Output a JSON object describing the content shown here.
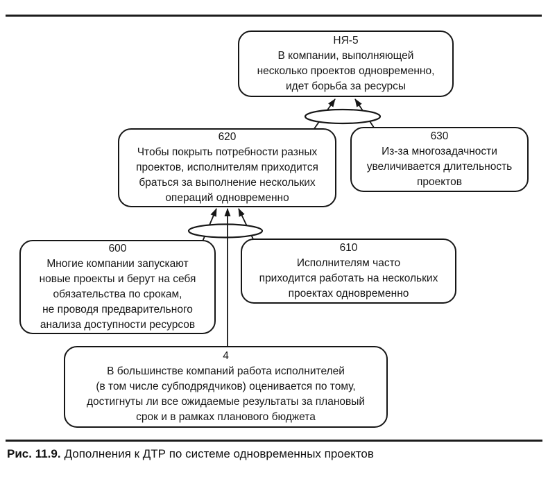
{
  "page": {
    "background": "#ffffff",
    "ink_color": "#161616",
    "caption_label": "Рис. 11.9.",
    "caption_text": "Дополнения к ДТР по системе одновременных проектов"
  },
  "diagram": {
    "type": "logic-tree (current reality tree)",
    "nodes": [
      {
        "id": "НЯ-5",
        "lines": [
          "В компании, выполняющей",
          "несколько проектов одновременно,",
          "идет борьба за ресурсы"
        ]
      },
      {
        "id": "620",
        "lines": [
          "Чтобы покрыть потребности разных",
          "проектов, исполнителям приходится",
          "браться за выполнение нескольких",
          "операций одновременно"
        ]
      },
      {
        "id": "630",
        "lines": [
          "Из-за многозадачности",
          "увеличивается длительность",
          "проектов"
        ]
      },
      {
        "id": "600",
        "lines": [
          "Многие компании запускают",
          "новые проекты и берут на себя",
          "обязательства по срокам,",
          "не проводя предварительного",
          "анализа доступности ресурсов"
        ]
      },
      {
        "id": "610",
        "lines": [
          "Исполнителям часто",
          "приходится работать на нескольких",
          "проектах одновременно"
        ]
      },
      {
        "id": "4",
        "lines": [
          "В большинстве компаний работа исполнителей",
          "(в том числе субподрядчиков) оценивается по тому,",
          "достигнуты ли все ожидаемые результаты за плановый",
          "срок и в рамках планового бюджета"
        ]
      }
    ],
    "connections": [
      {
        "from": "620",
        "to": "НЯ-5",
        "junction": "and-ellipse-upper"
      },
      {
        "from": "630",
        "to": "НЯ-5",
        "junction": "and-ellipse-upper"
      },
      {
        "from": "600",
        "to": "620",
        "junction": "and-ellipse-lower"
      },
      {
        "from": "610",
        "to": "620",
        "junction": "and-ellipse-lower"
      },
      {
        "from": "4",
        "to": "620",
        "junction": "and-ellipse-lower"
      }
    ]
  }
}
